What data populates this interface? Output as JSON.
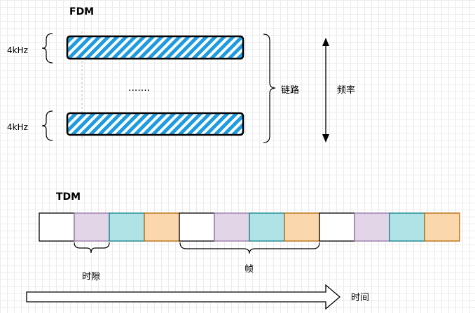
{
  "fdm": {
    "title": "FDM",
    "band_label_top": "4kHz",
    "band_label_bottom": "4kHz",
    "ellipsis": ".......",
    "link_label": "链路",
    "frequency_label": "频率",
    "hatch_color": "#1f9be0"
  },
  "tdm": {
    "title": "TDM",
    "slot_colors": [
      "#ffffff",
      "#e1d5e7",
      "#b0e3e6",
      "#fad7ac"
    ],
    "slot_border_colors": [
      "#000000",
      "#9673a6",
      "#0e8088",
      "#b46504"
    ],
    "frame_count": 3,
    "timeslot_label": "时隙",
    "frame_label": "帧",
    "time_label": "时间"
  }
}
